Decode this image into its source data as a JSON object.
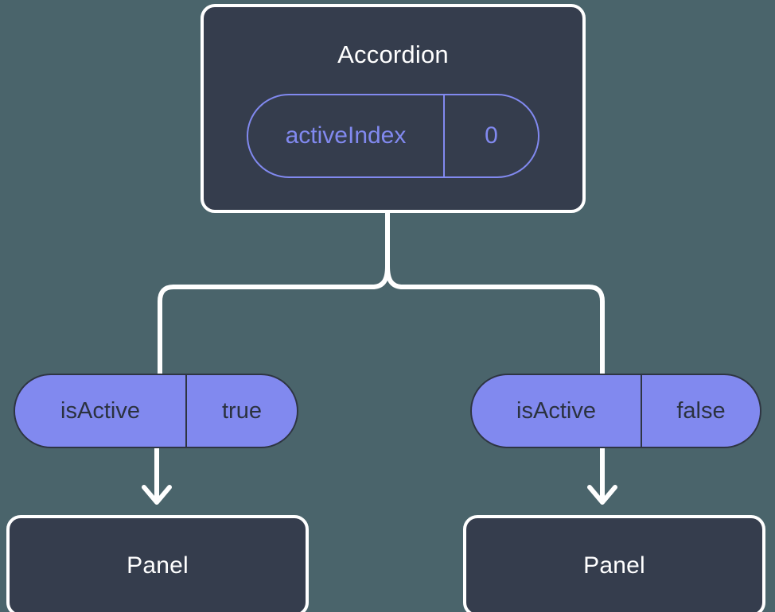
{
  "diagram": {
    "type": "component-state-tree",
    "background_color": "#4a646b",
    "accent_color": "#8189ef",
    "node_fill_color": "#353d4d",
    "edge_color": "#ffffff",
    "root": {
      "title": "Accordion",
      "state_badge": {
        "key": "activeIndex",
        "value": "0",
        "style": "outline"
      }
    },
    "branches": [
      {
        "prop_badge": {
          "key": "isActive",
          "value": "true",
          "style": "filled"
        },
        "child": {
          "title": "Panel"
        }
      },
      {
        "prop_badge": {
          "key": "isActive",
          "value": "false",
          "style": "filled"
        },
        "child": {
          "title": "Panel"
        }
      }
    ],
    "icons": {
      "arrow_down": "arrow-down-icon",
      "branch_split": "branch-split-connector"
    }
  }
}
